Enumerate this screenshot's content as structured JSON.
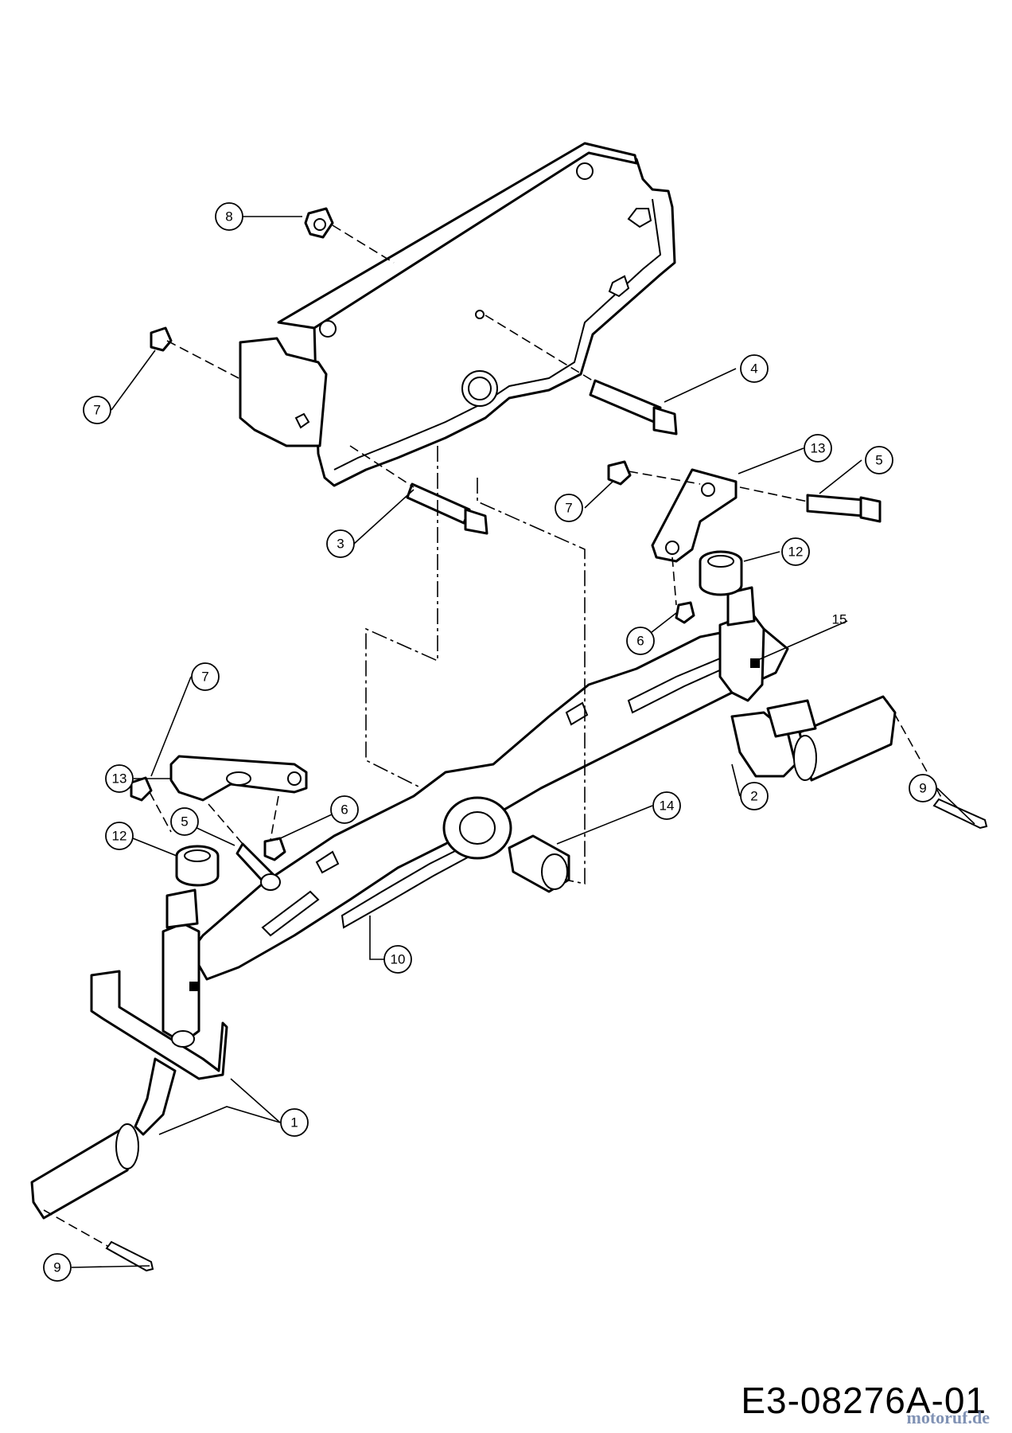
{
  "diagram": {
    "drawing_code": "E3-08276A-01",
    "watermark": "motoruf.de",
    "callouts": [
      {
        "id": "c8",
        "label": "8"
      },
      {
        "id": "c7a",
        "label": "7"
      },
      {
        "id": "c4",
        "label": "4"
      },
      {
        "id": "c13a",
        "label": "13"
      },
      {
        "id": "c5a",
        "label": "5"
      },
      {
        "id": "c7b",
        "label": "7"
      },
      {
        "id": "c3",
        "label": "3"
      },
      {
        "id": "c12a",
        "label": "12"
      },
      {
        "id": "c6a",
        "label": "6"
      },
      {
        "id": "c15",
        "label": "15"
      },
      {
        "id": "c7c",
        "label": "7"
      },
      {
        "id": "c13b",
        "label": "13"
      },
      {
        "id": "c9a",
        "label": "9"
      },
      {
        "id": "c2",
        "label": "2"
      },
      {
        "id": "c6b",
        "label": "6"
      },
      {
        "id": "c14",
        "label": "14"
      },
      {
        "id": "c5b",
        "label": "5"
      },
      {
        "id": "c12b",
        "label": "12"
      },
      {
        "id": "c10",
        "label": "10"
      },
      {
        "id": "c1",
        "label": "1"
      },
      {
        "id": "c9b",
        "label": "9"
      }
    ]
  }
}
